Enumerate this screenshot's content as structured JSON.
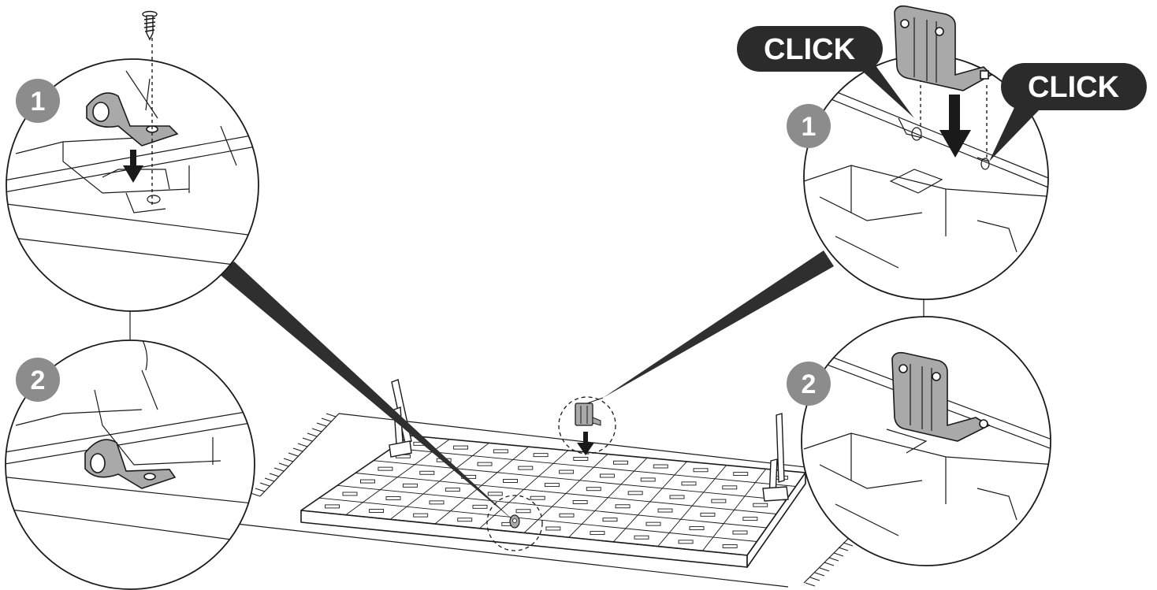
{
  "callouts": {
    "click_label_left": "CLICK",
    "click_label_right": "CLICK"
  },
  "steps": {
    "left_top": "1",
    "left_bottom": "2",
    "right_top": "1",
    "right_bottom": "2"
  },
  "colors": {
    "line": "#1a1a1a",
    "bracket_fill": "#a9a9a9",
    "badge_fill": "#8c8c8c",
    "badge_text": "#ffffff",
    "click_bubble": "#2b2b2b",
    "click_text": "#ffffff",
    "wedge": "#2f2f2f",
    "background": "#ffffff"
  },
  "icons": {
    "screw": "screw-icon",
    "arrow": "down-arrow-icon"
  }
}
